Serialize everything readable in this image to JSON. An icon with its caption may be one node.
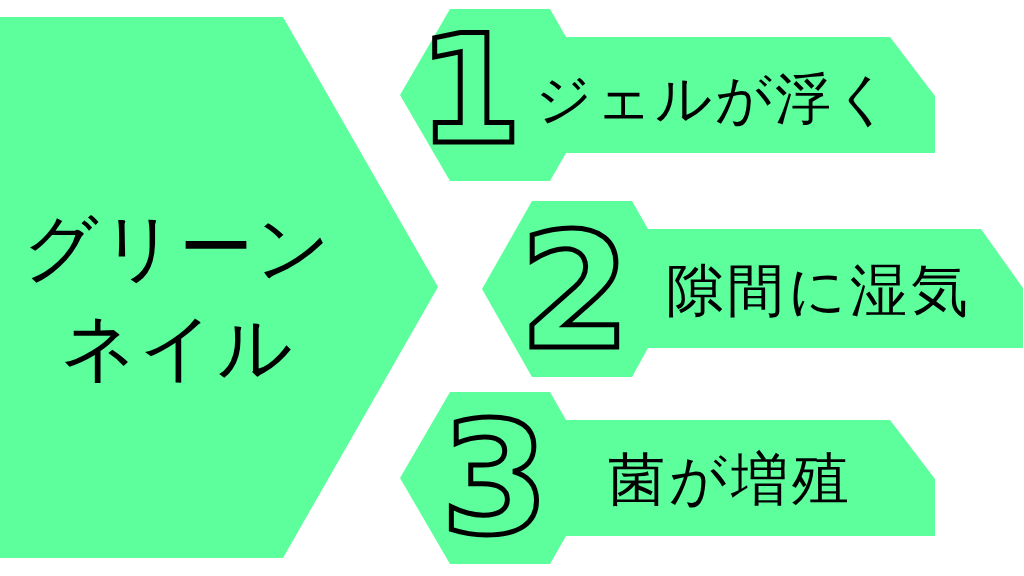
{
  "diagram": {
    "nodes": [
      {
        "text": [
          "グリーンネイル"
        ]
      },
      {
        "text": [
          "1",
          "ジェルが浮く"
        ]
      },
      {
        "text": [
          "2",
          "隙間に湿気"
        ]
      },
      {
        "text": [
          "3",
          "菌が増殖"
        ]
      }
    ]
  }
}
